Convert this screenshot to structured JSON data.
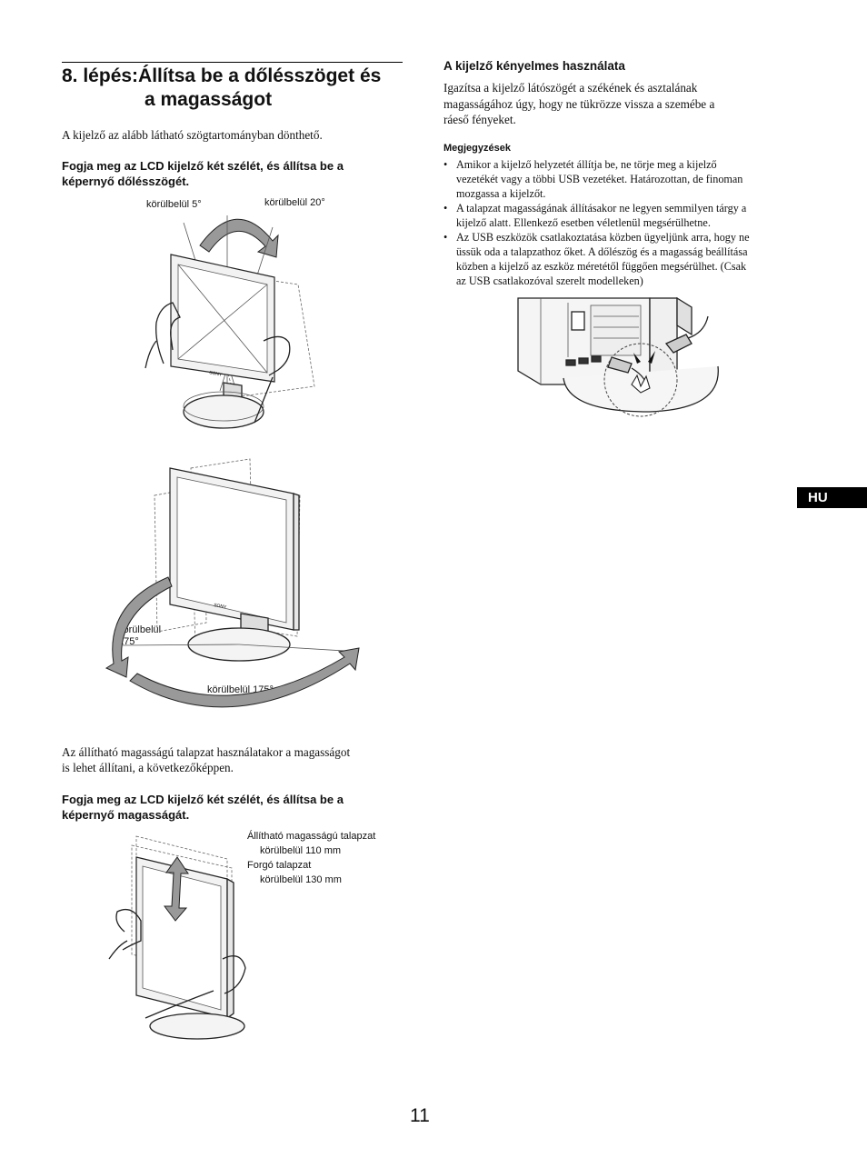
{
  "left": {
    "title_line1": "8. lépés:Állítsa be a dőlésszöget és",
    "title_line2": "a magasságot",
    "intro": "A kijelző az alább látható szögtartományban dönthető.",
    "instr1_line1": "Fogja meg az LCD kijelző két szélét, és állítsa be a",
    "instr1_line2": "képernyő dőlésszögét.",
    "fig1": {
      "label_left": "körülbelül 5°",
      "label_right": "körülbelül 20°",
      "brand": "SONY"
    },
    "fig2": {
      "label_left_line1": "körülbelül",
      "label_left_line2": "175°",
      "label_bottom": "körülbelül 175°",
      "brand": "SONY"
    },
    "height_para_line1": "Az állítható magasságú talapzat használatakor a magasságot",
    "height_para_line2": "is lehet állítani, a következőképpen.",
    "instr2_line1": "Fogja meg az LCD kijelző két szélét, és állítsa be a",
    "instr2_line2": "képernyő magasságát.",
    "fig3": {
      "stand1": "Állítható magasságú talapzat",
      "stand1_value": "körülbelül 110 mm",
      "stand2": "Forgó talapzat",
      "stand2_value": "körülbelül 130 mm"
    }
  },
  "right": {
    "section_title": "A kijelző kényelmes használata",
    "section_line1": "Igazítsa a kijelző látószögét a székének és asztalának",
    "section_line2": "magasságához úgy, hogy ne tükrözze vissza a szemébe a",
    "section_line3": "ráeső fényeket.",
    "notes_title": "Megjegyzések",
    "notes": [
      {
        "bullet": "•",
        "line1": "Amikor a kijelző helyzetét állítja be, ne törje meg a kijelző",
        "line2": "vezetékét vagy a többi USB vezetéket. Határozottan, de finoman",
        "line3": "mozgassa a kijelzőt.",
        "line4": ""
      },
      {
        "bullet": "•",
        "line1": "A talapzat magasságának állításakor ne legyen semmilyen tárgy a",
        "line2": "kijelző alatt. Ellenkező esetben véletlenül megsérülhetne.",
        "line3": "",
        "line4": ""
      },
      {
        "bullet": "•",
        "line1": "Az USB eszközök csatlakoztatása közben ügyeljünk arra, hogy ne",
        "line2": "üssük oda a talapzathoz őket.  A dőlészög és a magasság beállítása",
        "line3": "közben a kijelző az eszköz méretétől függően megsérülhet. (Csak",
        "line4": "az USB csatlakozóval szerelt modelleken)"
      }
    ]
  },
  "tab_label": "HU",
  "page_number": "11"
}
